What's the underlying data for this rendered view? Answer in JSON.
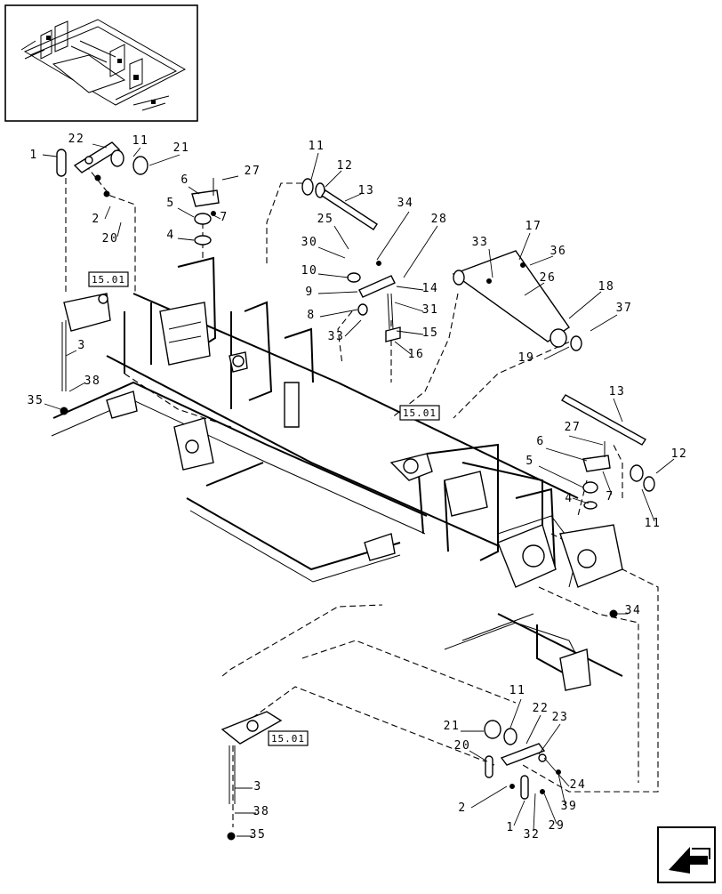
{
  "callouts": [
    "1",
    "22",
    "11",
    "21",
    "27",
    "6",
    "5",
    "7",
    "4",
    "2",
    "20",
    "11",
    "12",
    "13",
    "25",
    "30",
    "10",
    "9",
    "8",
    "33",
    "34",
    "28",
    "14",
    "31",
    "15",
    "16",
    "33",
    "17",
    "36",
    "26",
    "18",
    "37",
    "19",
    "15.01",
    "15.01",
    "3",
    "38",
    "35",
    "13",
    "27",
    "6",
    "5",
    "4",
    "7",
    "12",
    "11",
    "34",
    "15.01",
    "3",
    "38",
    "35",
    "11",
    "22",
    "23",
    "21",
    "20",
    "24",
    "39",
    "2",
    "1",
    "32",
    "29"
  ],
  "reference_boxes": [
    "15.01",
    "15.01",
    "15.01"
  ],
  "navigation": {
    "arrow_icon": "next-page-arrow-icon"
  }
}
